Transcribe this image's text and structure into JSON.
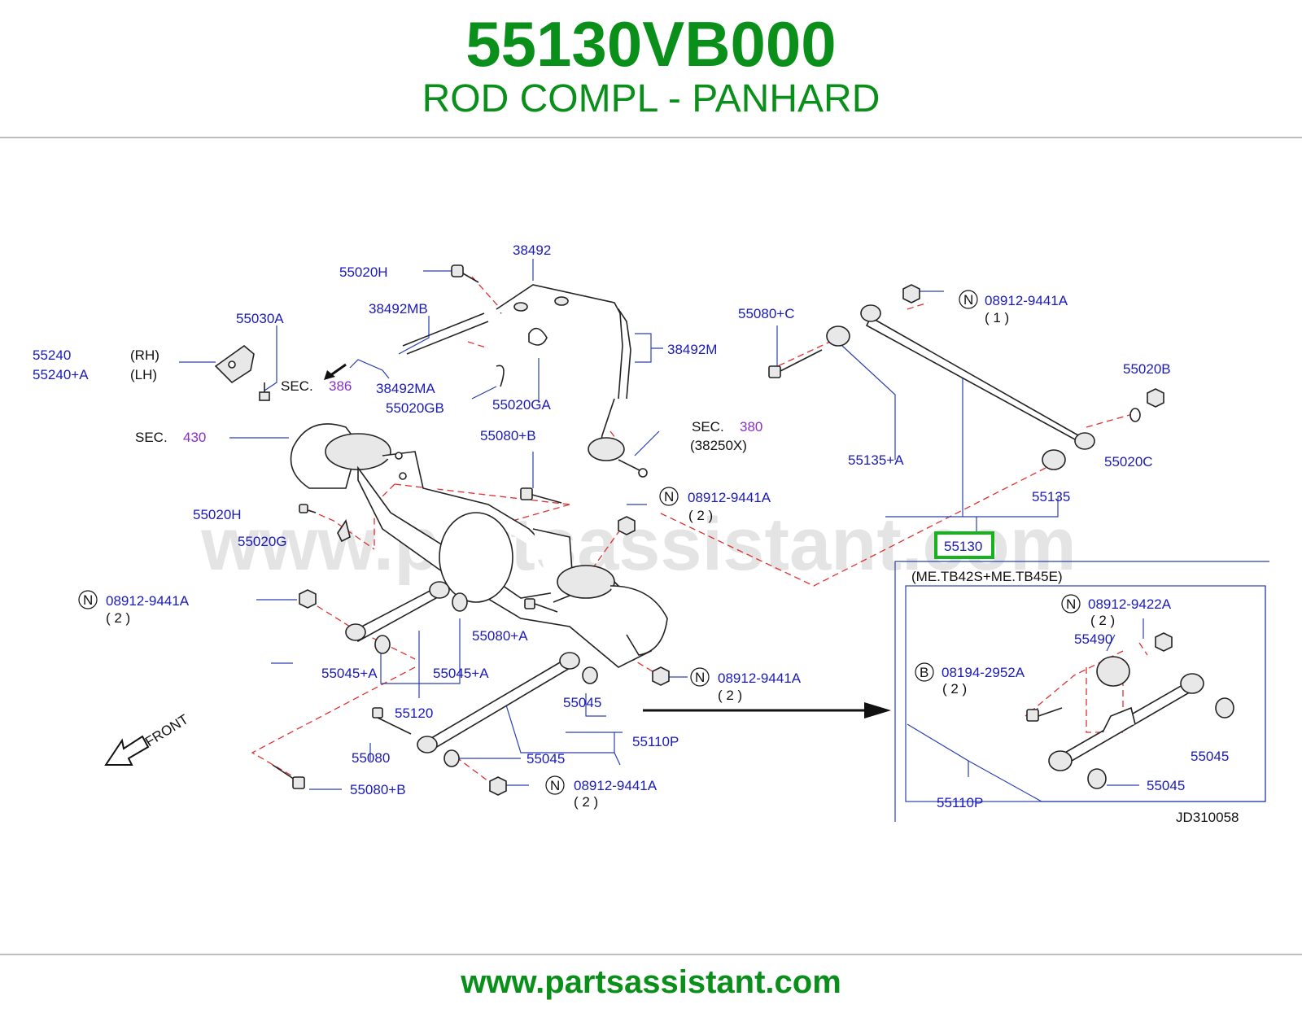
{
  "header": {
    "part_number": "55130VB000",
    "part_name": "ROD COMPL - PANHARD"
  },
  "watermark": "www.partsassistant.com",
  "footer": {
    "url": "www.partsassistant.com"
  },
  "diagram": {
    "code": "JD310058",
    "highlighted_part": "55130",
    "inset_note": "(ME.TB42S+ME.TB45E)",
    "front_label": "FRONT",
    "sec_label": "SEC.",
    "sections": {
      "s386": "386",
      "s430": "430",
      "s380": "380",
      "s380_sub": "(38250X)"
    },
    "side_labels": {
      "rh": "(RH)",
      "lh": "(LH)"
    },
    "qty": {
      "one": "( 1 )",
      "two": "( 2 )"
    },
    "circle_letters": {
      "n": "N",
      "b": "B"
    },
    "labels": {
      "p38492": "38492",
      "p55020H_top": "55020H",
      "p38492MB": "38492MB",
      "p55030A": "55030A",
      "p55240": "55240",
      "p55240A": "55240+A",
      "p38492MA": "38492MA",
      "p55020GB": "55020GB",
      "p55020GA": "55020GA",
      "p38492M": "38492M",
      "p55080C": "55080+C",
      "n08912_9441A": "08912-9441A",
      "p55020B": "55020B",
      "p55020C": "55020C",
      "p55135A": "55135+A",
      "p55135": "55135",
      "p55080B_mid": "55080+B",
      "p55020H_mid": "55020H",
      "p55020G": "55020G",
      "p55080A": "55080+A",
      "p55045A_left": "55045+A",
      "p55045A_right": "55045+A",
      "p55120": "55120",
      "p55045_mid": "55045",
      "p55110P": "55110P",
      "p55080": "55080",
      "p55045_low": "55045",
      "p55080B_low": "55080+B",
      "n08912_9422A": "08912-9422A",
      "p55490": "55490",
      "b08194_2952A": "08194-2952A",
      "p55045_inset1": "55045",
      "p55045_inset2": "55045",
      "p55110P_inset": "55110P"
    }
  }
}
